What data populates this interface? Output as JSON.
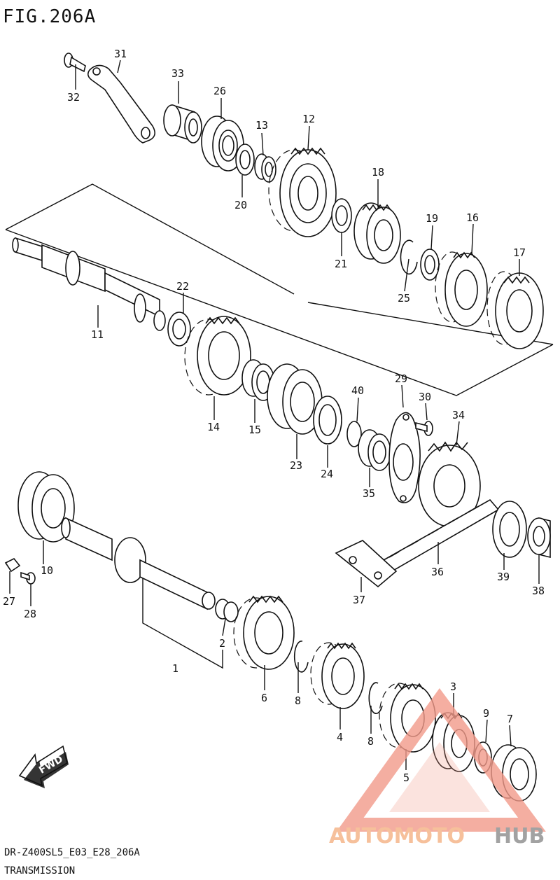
{
  "figure_title": "FIG.206A",
  "footer": {
    "code": "DR-Z400SL5_E03_E28_206A",
    "section": "TRANSMISSION"
  },
  "fwd_label": "FWD",
  "watermark": {
    "part1": "AUTOMOTO",
    "part2": "HUB",
    "color_main": "#f29a8a",
    "color_brand": "#f4b183",
    "color_hub": "#8c8c8c"
  },
  "callouts": {
    "c1": "1",
    "c2": "2",
    "c3": "3",
    "c4": "4",
    "c5": "5",
    "c6": "6",
    "c7": "7",
    "c8a": "8",
    "c8b": "8",
    "c9": "9",
    "c10": "10",
    "c11": "11",
    "c12": "12",
    "c13": "13",
    "c14": "14",
    "c15": "15",
    "c16": "16",
    "c17": "17",
    "c18": "18",
    "c19": "19",
    "c20": "20",
    "c21": "21",
    "c22": "22",
    "c23": "23",
    "c24": "24",
    "c25": "25",
    "c26": "26",
    "c27": "27",
    "c28": "28",
    "c29": "29",
    "c30": "30",
    "c31": "31",
    "c32": "32",
    "c33": "33",
    "c34": "34",
    "c35": "35",
    "c36": "36",
    "c37": "37",
    "c38": "38",
    "c39": "39",
    "c40": "40"
  }
}
